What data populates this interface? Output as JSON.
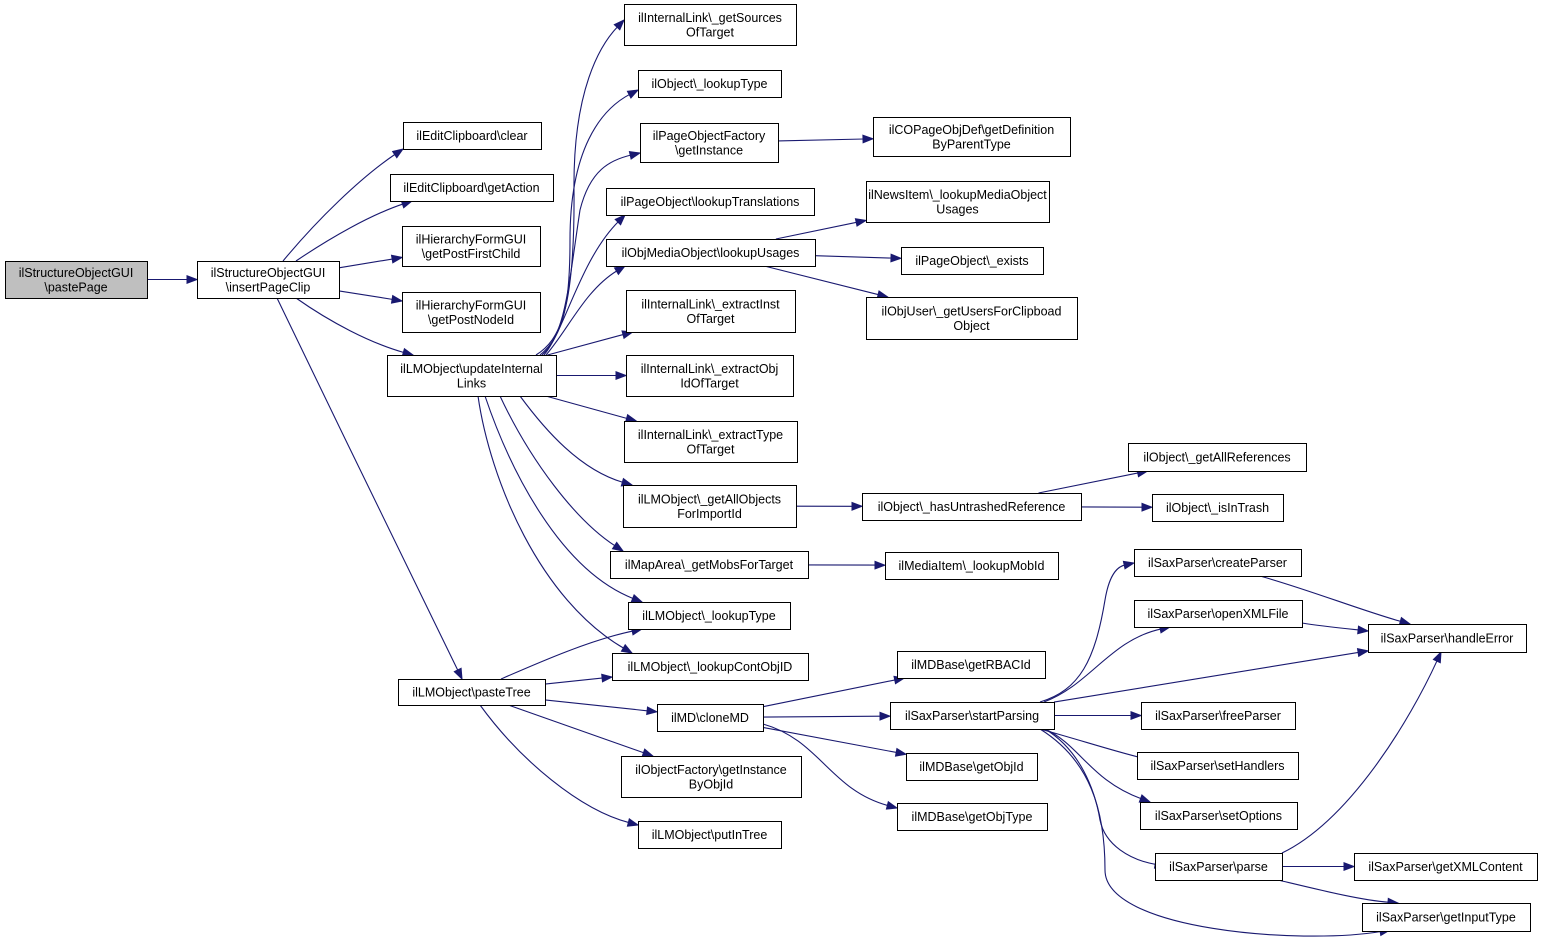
{
  "colors": {
    "edge": "#191970",
    "node_border": "#000000",
    "root_fill": "#bfbfbf",
    "node_fill": "#ffffff"
  },
  "nodes": {
    "root": [
      "ilStructureObjectGUI",
      "\\pastePage"
    ],
    "insertPageClip": [
      "ilStructureObjectGUI",
      "\\insertPageClip"
    ],
    "clipClear": [
      "ilEditClipboard\\clear"
    ],
    "clipGetAction": [
      "ilEditClipboard\\getAction"
    ],
    "postFirstChild": [
      "ilHierarchyFormGUI",
      "\\getPostFirstChild"
    ],
    "postNodeId": [
      "ilHierarchyFormGUI",
      "\\getPostNodeId"
    ],
    "updateInternalLinks": [
      "ilLMObject\\updateInternal",
      "Links"
    ],
    "pasteTree": [
      "ilLMObject\\pasteTree"
    ],
    "getSources": [
      "ilInternalLink\\_getSources",
      "OfTarget"
    ],
    "objLookupType": [
      "ilObject\\_lookupType"
    ],
    "pageObjFactory": [
      "ilPageObjectFactory",
      "\\getInstance"
    ],
    "copageDef": [
      "ilCOPageObjDef\\getDefinition",
      "ByParentType"
    ],
    "lookupTranslations": [
      "ilPageObject\\lookupTranslations"
    ],
    "newsItem": [
      "ilNewsItem\\_lookupMediaObject",
      "Usages"
    ],
    "mobLookupUsages": [
      "ilObjMediaObject\\lookupUsages"
    ],
    "pageExists": [
      "ilPageObject\\_exists"
    ],
    "usersForClipboard": [
      "ilObjUser\\_getUsersForClipboad",
      "Object"
    ],
    "extractInst": [
      "ilInternalLink\\_extractInst",
      "OfTarget"
    ],
    "extractObjId": [
      "ilInternalLink\\_extractObj",
      "IdOfTarget"
    ],
    "extractType": [
      "ilInternalLink\\_extractType",
      "OfTarget"
    ],
    "getAllRefs": [
      "ilObject\\_getAllReferences"
    ],
    "getAllObjects": [
      "ilLMObject\\_getAllObjects",
      "ForImportId"
    ],
    "hasUntrashed": [
      "ilObject\\_hasUntrashedReference"
    ],
    "isInTrash": [
      "ilObject\\_isInTrash"
    ],
    "mapArea": [
      "ilMapArea\\_getMobsForTarget"
    ],
    "lookupMobId": [
      "ilMediaItem\\_lookupMobId"
    ],
    "lmLookupType": [
      "ilLMObject\\_lookupType"
    ],
    "lookupContObjId": [
      "ilLMObject\\_lookupContObjID"
    ],
    "getRbacId": [
      "ilMDBase\\getRBACId"
    ],
    "cloneMD": [
      "ilMD\\cloneMD"
    ],
    "startParsing": [
      "ilSaxParser\\startParsing"
    ],
    "getObjId": [
      "ilMDBase\\getObjId"
    ],
    "getObjType": [
      "ilMDBase\\getObjType"
    ],
    "objFactory": [
      "ilObjectFactory\\getInstance",
      "ByObjId"
    ],
    "putInTree": [
      "ilLMObject\\putInTree"
    ],
    "createParser": [
      "ilSaxParser\\createParser"
    ],
    "openXMLFile": [
      "ilSaxParser\\openXMLFile"
    ],
    "handleError": [
      "ilSaxParser\\handleError"
    ],
    "freeParser": [
      "ilSaxParser\\freeParser"
    ],
    "setHandlers": [
      "ilSaxParser\\setHandlers"
    ],
    "setOptions": [
      "ilSaxParser\\setOptions"
    ],
    "parse": [
      "ilSaxParser\\parse"
    ],
    "getXMLContent": [
      "ilSaxParser\\getXMLContent"
    ],
    "getInputType": [
      "ilSaxParser\\getInputType"
    ]
  },
  "edges": [
    [
      "root",
      "insertPageClip"
    ],
    [
      "insertPageClip",
      "clipClear"
    ],
    [
      "insertPageClip",
      "clipGetAction"
    ],
    [
      "insertPageClip",
      "postFirstChild"
    ],
    [
      "insertPageClip",
      "postNodeId"
    ],
    [
      "insertPageClip",
      "updateInternalLinks"
    ],
    [
      "insertPageClip",
      "pasteTree"
    ],
    [
      "updateInternalLinks",
      "getSources"
    ],
    [
      "updateInternalLinks",
      "objLookupType"
    ],
    [
      "updateInternalLinks",
      "pageObjFactory"
    ],
    [
      "updateInternalLinks",
      "lookupTranslations"
    ],
    [
      "updateInternalLinks",
      "mobLookupUsages"
    ],
    [
      "updateInternalLinks",
      "extractInst"
    ],
    [
      "updateInternalLinks",
      "extractObjId"
    ],
    [
      "updateInternalLinks",
      "extractType"
    ],
    [
      "updateInternalLinks",
      "getAllObjects"
    ],
    [
      "updateInternalLinks",
      "mapArea"
    ],
    [
      "updateInternalLinks",
      "lmLookupType"
    ],
    [
      "updateInternalLinks",
      "lookupContObjId"
    ],
    [
      "pageObjFactory",
      "copageDef"
    ],
    [
      "mobLookupUsages",
      "newsItem"
    ],
    [
      "mobLookupUsages",
      "pageExists"
    ],
    [
      "mobLookupUsages",
      "usersForClipboard"
    ],
    [
      "getAllObjects",
      "hasUntrashed"
    ],
    [
      "hasUntrashed",
      "getAllRefs"
    ],
    [
      "hasUntrashed",
      "isInTrash"
    ],
    [
      "mapArea",
      "lookupMobId"
    ],
    [
      "pasteTree",
      "lmLookupType"
    ],
    [
      "pasteTree",
      "lookupContObjId"
    ],
    [
      "pasteTree",
      "cloneMD"
    ],
    [
      "pasteTree",
      "objFactory"
    ],
    [
      "pasteTree",
      "putInTree"
    ],
    [
      "cloneMD",
      "getRbacId"
    ],
    [
      "cloneMD",
      "startParsing"
    ],
    [
      "cloneMD",
      "getObjId"
    ],
    [
      "cloneMD",
      "getObjType"
    ],
    [
      "startParsing",
      "createParser"
    ],
    [
      "startParsing",
      "openXMLFile"
    ],
    [
      "startParsing",
      "handleError"
    ],
    [
      "startParsing",
      "freeParser"
    ],
    [
      "startParsing",
      "setHandlers"
    ],
    [
      "startParsing",
      "setOptions"
    ],
    [
      "startParsing",
      "parse"
    ],
    [
      "startParsing",
      "getInputType"
    ],
    [
      "createParser",
      "handleError"
    ],
    [
      "openXMLFile",
      "handleError"
    ],
    [
      "parse",
      "handleError"
    ],
    [
      "parse",
      "getXMLContent"
    ],
    [
      "parse",
      "getInputType"
    ]
  ]
}
